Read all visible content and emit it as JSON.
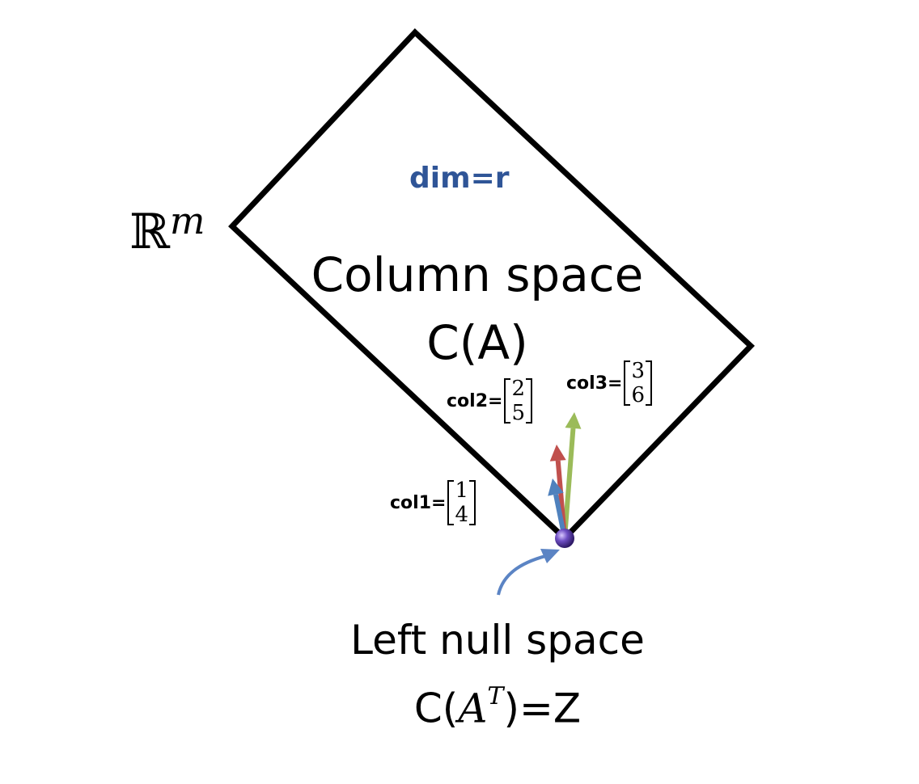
{
  "space_label": {
    "base": "ℝ",
    "exponent": "m"
  },
  "dimension_label": "dim=r",
  "column_space": {
    "title": "Column space",
    "notation": "C(A)"
  },
  "left_null_space": {
    "title": "Left null space",
    "notation_prefix": "C(",
    "notation_base": "A",
    "notation_exp": "T",
    "notation_suffix": ")=Z"
  },
  "columns": [
    {
      "name": "col1=",
      "top": "1",
      "bottom": "4",
      "color": "#4F81BD"
    },
    {
      "name": "col2=",
      "top": "2",
      "bottom": "5",
      "color": "#C0504D"
    },
    {
      "name": "col3=",
      "top": "3",
      "bottom": "6",
      "color": "#9BBB59"
    }
  ],
  "colors": {
    "dim_label": "#2F5597",
    "origin_point": "#5B3A9B",
    "pointer_arrow": "#5B84C4",
    "outline": "#000000"
  }
}
